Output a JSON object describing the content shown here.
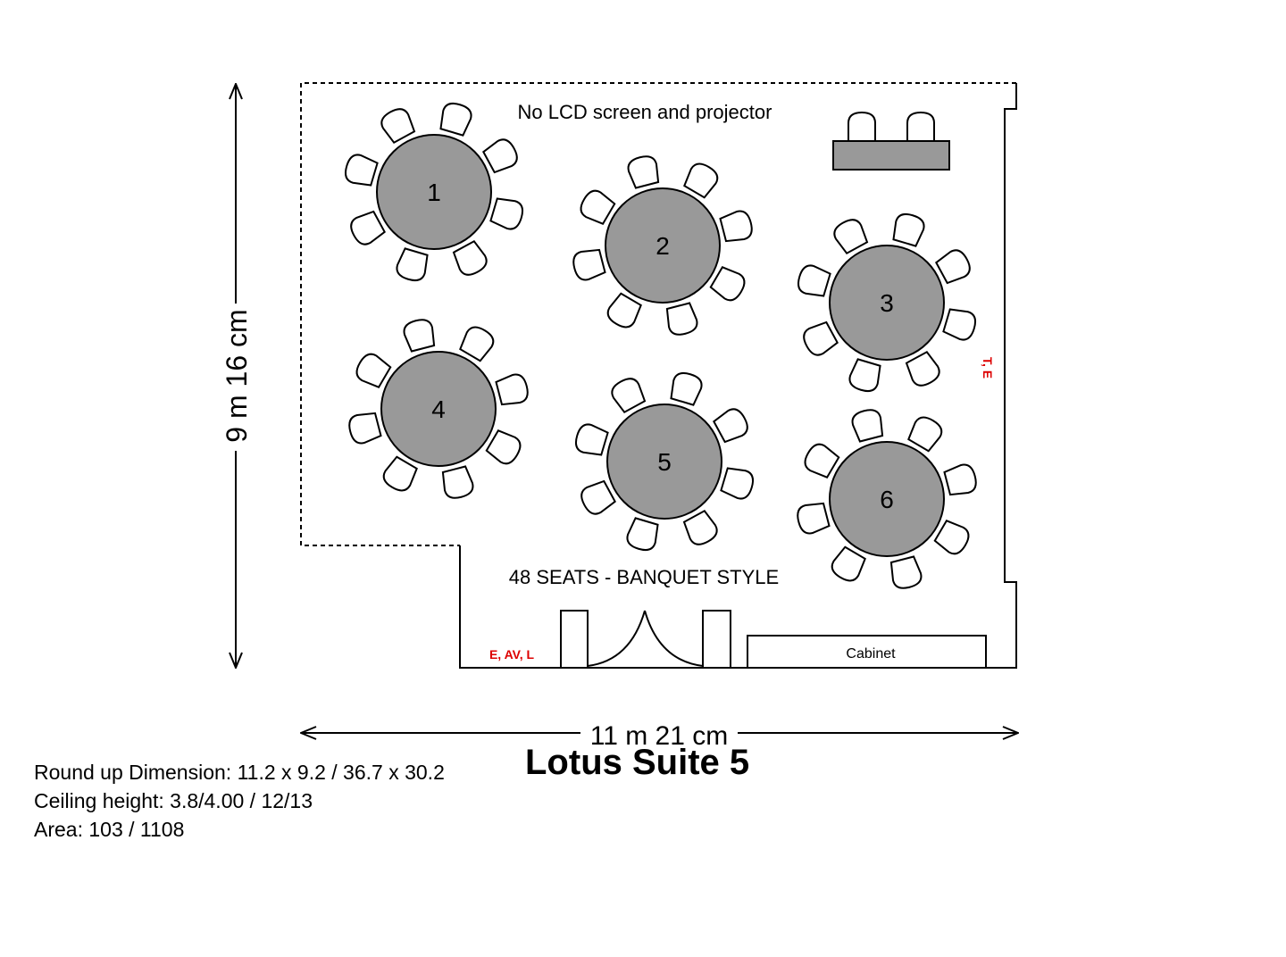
{
  "title": "Lotus Suite 5",
  "notes": {
    "top": "No LCD screen and projector",
    "seating": "48 SEATS - BANQUET STYLE"
  },
  "dimensions": {
    "width_label": "11 m 21 cm",
    "height_label": "9 m 16 cm"
  },
  "labels": {
    "cabinet": "Cabinet",
    "bottom_outlets": "E, AV, L",
    "side_outlets": "T, E"
  },
  "tables": [
    "1",
    "2",
    "3",
    "4",
    "5",
    "6"
  ],
  "info": {
    "round_up": "Round up Dimension: 11.2 x 9.2 / 36.7 x 30.2",
    "ceiling": "Ceiling height: 3.8/4.00 / 12/13",
    "area": "Area: 103 / 1108"
  },
  "colors": {
    "table_fill": "#999999",
    "outline": "#000000",
    "outlet_text": "#dd0000"
  }
}
